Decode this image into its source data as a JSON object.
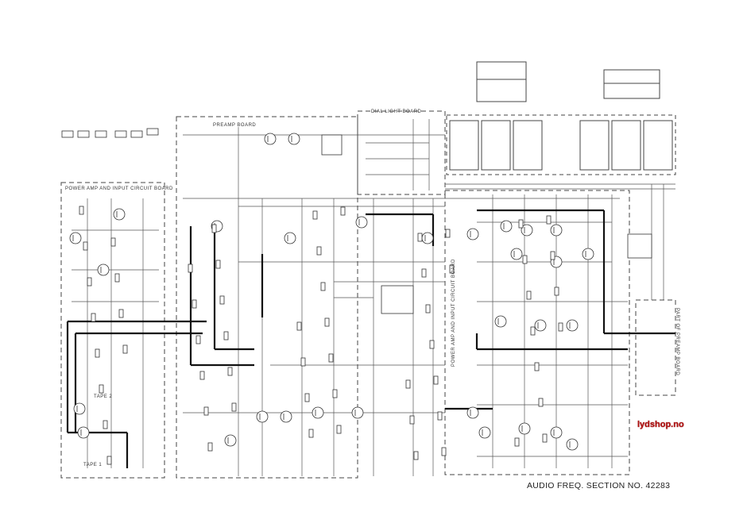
{
  "labels": {
    "power_amp_left": "POWER AMP AND INPUT CIRCUIT BOARD",
    "preamp": "PREAMP BOARD",
    "dial_light": "DIAL LIGHT BOARD",
    "power_amp_right": "POWER AMP AND INPUT CIRCUIT BOARD",
    "part_of_preamp": "PART OF PREAMP BOARD",
    "tape1": "TAPE 1",
    "tape2": "TAPE 2"
  },
  "watermark": "lydshop.no",
  "section_title": "AUDIO FREQ. SECTION NO. 42283"
}
